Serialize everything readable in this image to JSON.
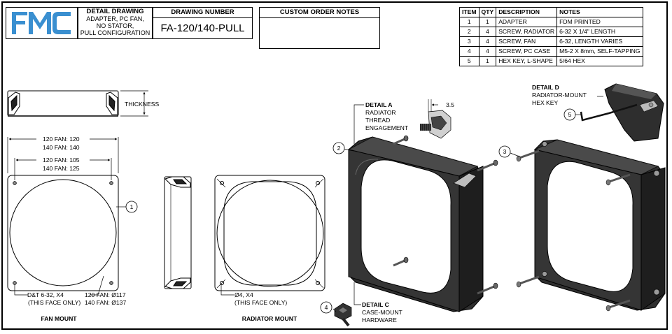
{
  "logo": {
    "text": "FMC"
  },
  "title_block": {
    "heading": "DETAIL DRAWING",
    "lines": [
      "ADAPTER, PC FAN,",
      "NO STATOR,",
      "PULL CONFIGURATION"
    ]
  },
  "drawing_number": {
    "heading": "DRAWING NUMBER",
    "value": "FA-120/140-PULL"
  },
  "custom_notes": {
    "heading": "CUSTOM ORDER NOTES"
  },
  "bom": {
    "headers": [
      "ITEM",
      "QTY",
      "DESCRIPTION",
      "NOTES"
    ],
    "rows": [
      [
        "1",
        "1",
        "ADAPTER",
        "FDM PRINTED"
      ],
      [
        "2",
        "4",
        "SCREW, RADIATOR",
        "6-32 X 1/4\" LENGTH"
      ],
      [
        "3",
        "4",
        "SCREW, FAN",
        "6-32, LENGTH VARIES"
      ],
      [
        "4",
        "4",
        "SCREW, PC CASE",
        "M5-2 X 8mm, SELF-TAPPING"
      ],
      [
        "5",
        "1",
        "HEX KEY, L-SHAPE",
        "5/64 HEX"
      ]
    ]
  },
  "labels": {
    "thickness": "THICKNESS",
    "outer_120": "120 FAN: 120",
    "outer_140": "140 FAN: 140",
    "inner_120": "120 FAN: 105",
    "inner_140": "140 FAN: 125",
    "dt_1": "D&T 6-32, X4",
    "dt_2": "(THIS FACE ONLY)",
    "dia_120": "120 FAN: Ø117",
    "dia_140": "140 FAN: Ø137",
    "hole_1": "Ø4, X4",
    "hole_2": "(THIS FACE ONLY)",
    "fan_mount": "FAN MOUNT",
    "radiator_mount": "RADIATOR MOUNT",
    "detail_a": [
      "DETAIL A",
      "RADIATOR",
      "THREAD",
      "ENGAGEMENT"
    ],
    "detail_a_dim": "3.5",
    "detail_c": [
      "DETAIL C",
      "CASE-MOUNT",
      "HARDWARE"
    ],
    "detail_d": [
      "DETAIL D",
      "RADIATOR-MOUNT",
      "HEX KEY"
    ]
  },
  "balloons": [
    "1",
    "2",
    "3",
    "4",
    "5"
  ]
}
